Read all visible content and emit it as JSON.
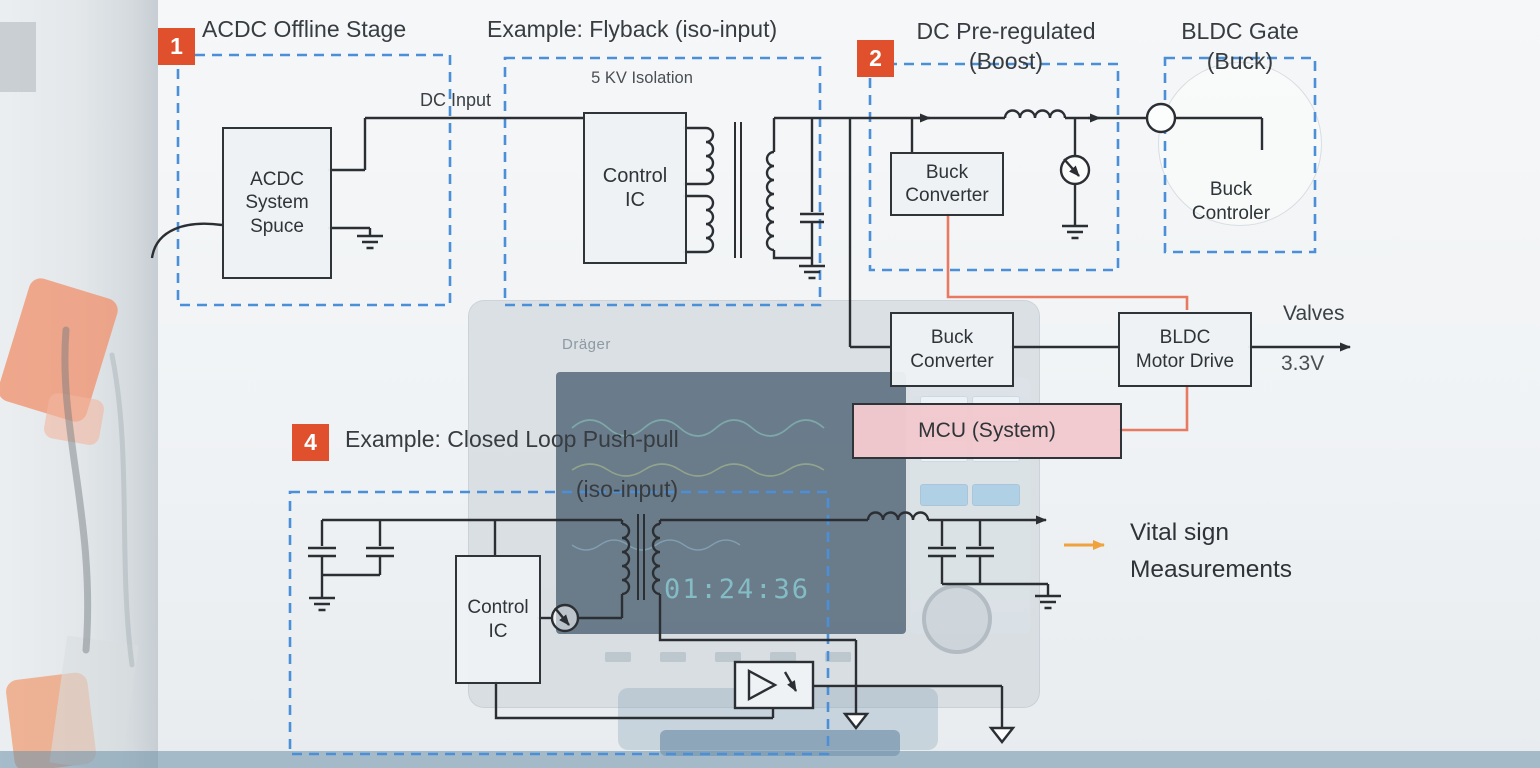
{
  "colors": {
    "badge": "#e0502c",
    "dashed_box": "#4a8fd8",
    "wire": "#2b2f33",
    "control_wire_red": "#e87a62",
    "block_fill": "#edf1f5",
    "mcu_fill": "#f2c9ce",
    "arrow_orange": "#f0a23c",
    "text": "#373c41"
  },
  "sections": {
    "acdc": {
      "badge": "1",
      "title": "ACDC Offline Stage"
    },
    "flyback": {
      "title": "Example: Flyback (iso-input)",
      "isolation": "5 KV Isolation"
    },
    "boost": {
      "badge": "2",
      "title": "DC Pre-regulated",
      "subtitle": "(Boost)"
    },
    "bldc_gate": {
      "title": "BLDC Gate",
      "subtitle": "(Buck)"
    },
    "pushpull": {
      "badge": "4",
      "title": "Example: Closed Loop Push-pull",
      "subtitle": "(iso-input)"
    }
  },
  "blocks": {
    "acdc_system": {
      "line1": "ACDC",
      "line2": "System",
      "line3": "Spuce"
    },
    "flyback_control_ic": {
      "line1": "Control",
      "line2": "IC"
    },
    "boost_buck_converter": {
      "line1": "Buck",
      "line2": "Converter"
    },
    "buck_controller": {
      "line1": "Buck",
      "line2": "Controler"
    },
    "system_buck_converter": {
      "line1": "Buck",
      "line2": "Converter"
    },
    "bldc_motor_drive": {
      "line1": "BLDC",
      "line2": "Motor Drive"
    },
    "mcu": {
      "label": "MCU (System)"
    },
    "pushpull_control_ic": {
      "line1": "Control",
      "line2": "IC"
    }
  },
  "labels": {
    "dc_input": "DC Input",
    "valves": "Valves",
    "rail_voltage": "3.3V",
    "vital_sign_line1": "Vital sign",
    "vital_sign_line2": "Measurements"
  },
  "background": {
    "monitor_brand": "Dräger",
    "screen_clock": "01:24:36"
  }
}
